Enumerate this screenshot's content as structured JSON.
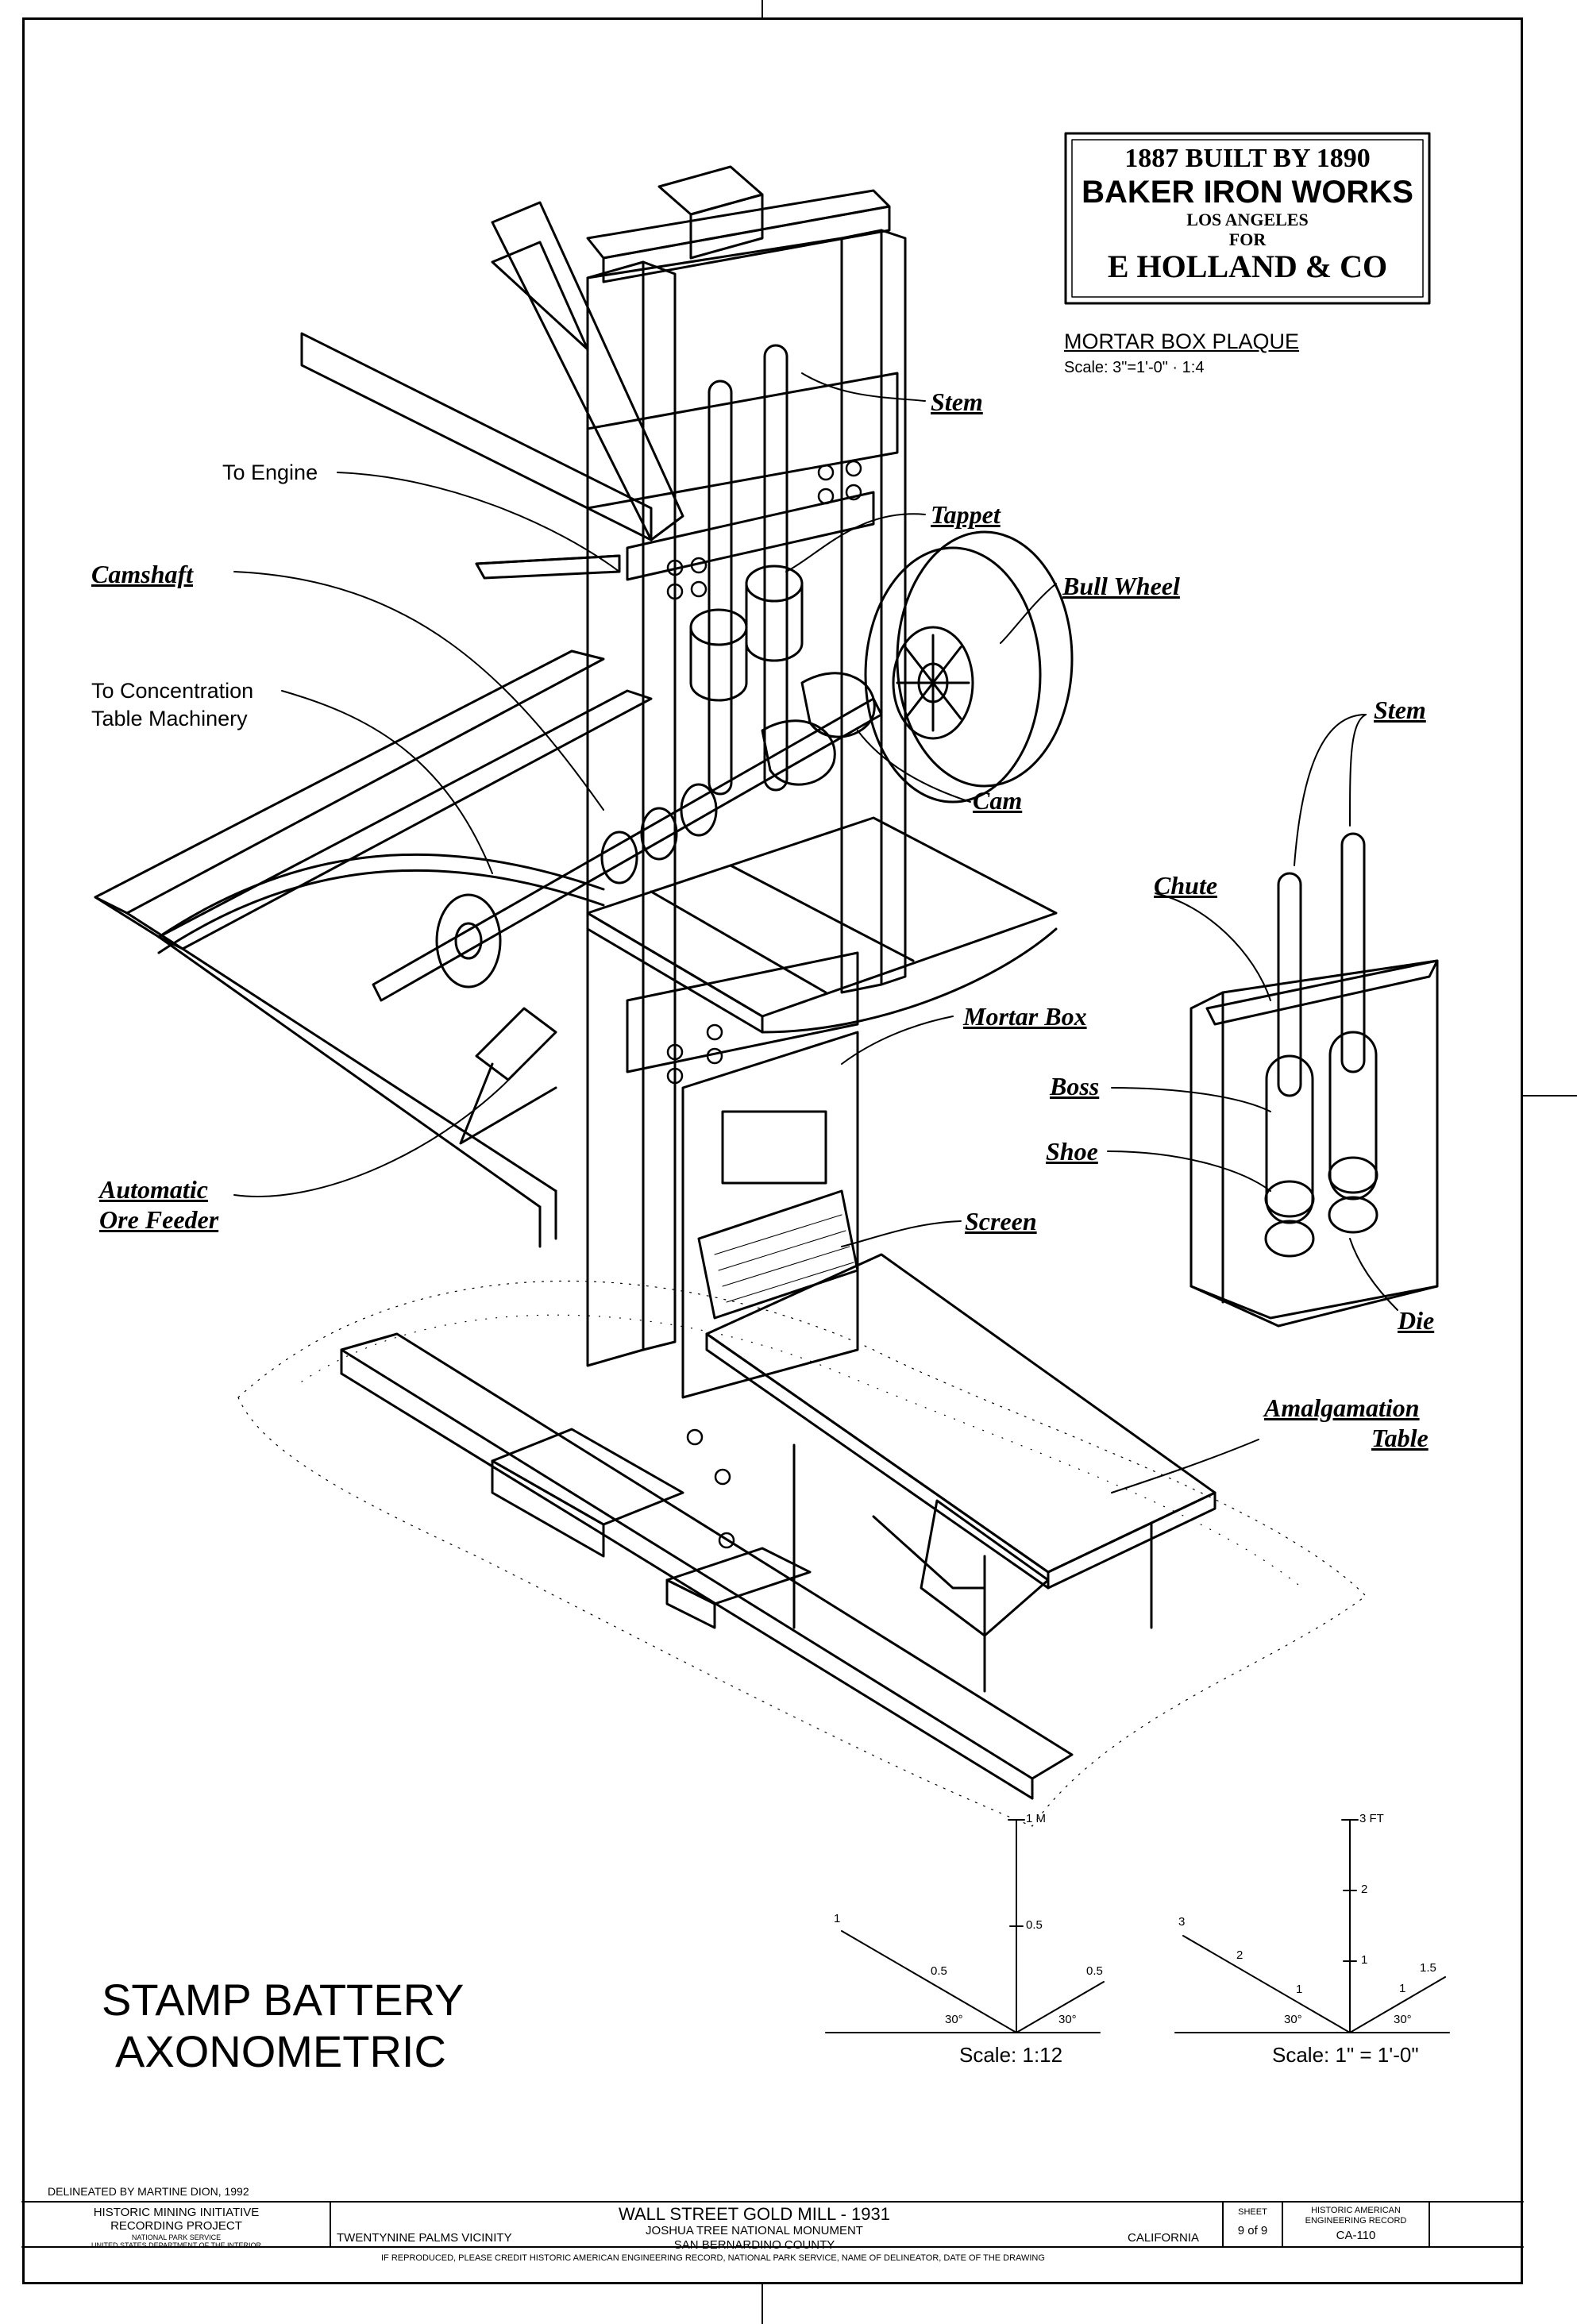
{
  "plaque": {
    "lines": [
      "1887 BUILT BY 1890",
      "BAKER IRON WORKS",
      "LOS ANGELES",
      "FOR",
      "E HOLLAND & CO"
    ],
    "title": "MORTAR BOX PLAQUE",
    "scale": "Scale: 3\"=1'-0\"  ·  1:4"
  },
  "callouts": {
    "stem": "Stem",
    "tappet": "Tappet",
    "bull_wheel": "Bull Wheel",
    "to_engine": "To Engine",
    "camshaft": "Camshaft",
    "to_concentration_1": "To Concentration",
    "to_concentration_2": "Table Machinery",
    "cam": "Cam",
    "mortar_box": "Mortar Box",
    "automatic_1": "Automatic",
    "automatic_2": "Ore Feeder",
    "screen": "Screen",
    "amalgamation_1": "Amalgamation",
    "amalgamation_2": "Table"
  },
  "detail": {
    "stem": "Stem",
    "chute": "Chute",
    "boss": "Boss",
    "shoe": "Shoe",
    "die": "Die"
  },
  "title": {
    "line1": "STAMP BATTERY",
    "line2": "AXONOMETRIC"
  },
  "scale_metric": {
    "top": "1 M",
    "mid": "0.5",
    "left_end": "1",
    "left_mid": "0.5",
    "right_mid": "0.5",
    "angle_left": "30°",
    "angle_right": "30°",
    "caption": "Scale: 1:12"
  },
  "scale_imperial": {
    "top": "3 FT",
    "v2": "2",
    "v1": "1",
    "left_3": "3",
    "left_2": "2",
    "left_1": "1",
    "right_1": "1",
    "right_15": "1.5",
    "angle_left": "30°",
    "angle_right": "30°",
    "caption": "Scale: 1\" = 1'-0\""
  },
  "title_block": {
    "delineated": "DELINEATED BY   MARTINE DION, 1992",
    "org_1": "HISTORIC MINING INITIATIVE",
    "org_2": "RECORDING PROJECT",
    "org_3": "NATIONAL PARK SERVICE",
    "org_4": "UNITED STATES DEPARTMENT OF THE INTERIOR",
    "location": "TWENTYNINE PALMS VICINITY",
    "project": "WALL STREET GOLD MILL - 1931",
    "park": "JOSHUA TREE NATIONAL MONUMENT",
    "county": "SAN BERNARDINO COUNTY",
    "state": "CALIFORNIA",
    "sheet_label": "SHEET",
    "sheet_value": "9 of 9",
    "haer_1": "HISTORIC AMERICAN",
    "haer_2": "ENGINEERING RECORD",
    "haer_id": "CA-110",
    "credit": "IF REPRODUCED, PLEASE CREDIT HISTORIC AMERICAN ENGINEERING RECORD, NATIONAL PARK SERVICE, NAME OF DELINEATOR, DATE OF THE DRAWING"
  }
}
